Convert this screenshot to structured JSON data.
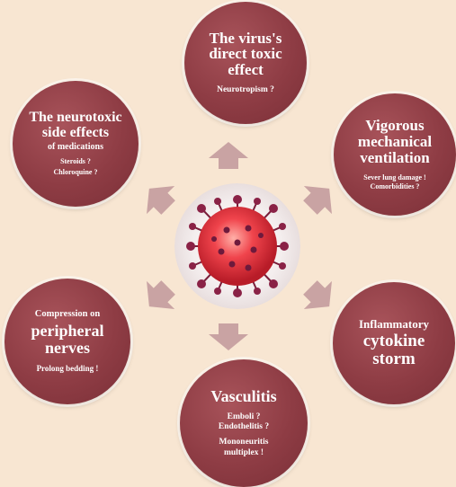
{
  "nodes": {
    "top": {
      "title": "The virus's direct toxic effect",
      "detail": "Neurotropism ?"
    },
    "upper_right": {
      "title": "Vigorous mechanical ventilation",
      "detail_1": "Sever lung damage !",
      "detail_2": "Comorbidities ?"
    },
    "lower_right": {
      "title_1": "Inflammatory",
      "title_2": "cytokine storm"
    },
    "bottom": {
      "title": "Vasculitis",
      "detail_1": "Emboli ?",
      "detail_2": "Endothelitis ?",
      "detail_3": "Mononeuritis multiplex !"
    },
    "lower_left": {
      "title_1": "Compression on",
      "title_2": "peripheral nerves",
      "detail": "Prolong bedding !"
    },
    "upper_left": {
      "title_1": "The neurotoxic side effects",
      "title_2": "of medications",
      "detail_1": "Steroids ?",
      "detail_2": "Chloroquine ?"
    }
  },
  "colors": {
    "background": "#f8e6d2",
    "circle": "#8e3c44",
    "arrow": "#c9a3a3",
    "virus": "#e0303a"
  },
  "icons": {
    "center": "coronavirus-icon"
  }
}
